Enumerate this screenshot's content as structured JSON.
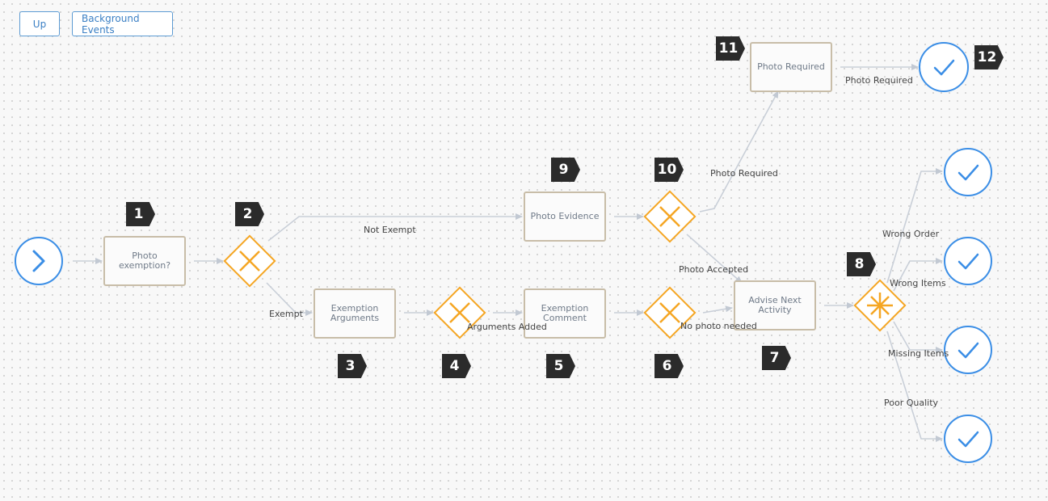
{
  "toolbar": {
    "up_label": "Up",
    "background_events_label": "Background Events"
  },
  "tasks": {
    "photo_exemption": "Photo exemption?",
    "exemption_arguments": "Exemption Arguments",
    "exemption_comment": "Exemption Comment",
    "advise_next_activity": "Advise Next Activity",
    "photo_evidence": "Photo Evidence",
    "photo_required": "Photo Required"
  },
  "edge_labels": {
    "not_exempt": "Not Exempt",
    "exempt": "Exempt",
    "arguments_added": "Arguments Added",
    "no_photo_needed": "No photo needed",
    "photo_accepted": "Photo Accepted",
    "photo_required_1": "Photo Required",
    "photo_required_2": "Photo Required",
    "wrong_order": "Wrong Order",
    "wrong_items": "Wrong Items",
    "missing_items": "Missing Items",
    "poor_quality": "Poor Quality"
  },
  "badges": {
    "b1": "1",
    "b2": "2",
    "b3": "3",
    "b4": "4",
    "b5": "5",
    "b6": "6",
    "b7": "7",
    "b8": "8",
    "b9": "9",
    "b10": "10",
    "b11": "11",
    "b12": "12"
  },
  "colors": {
    "event": "#3b8ee6",
    "gateway": "#f5a623",
    "task_border": "#c8bda8",
    "edge": "#c9cfd8",
    "badge": "#2b2b2b"
  }
}
